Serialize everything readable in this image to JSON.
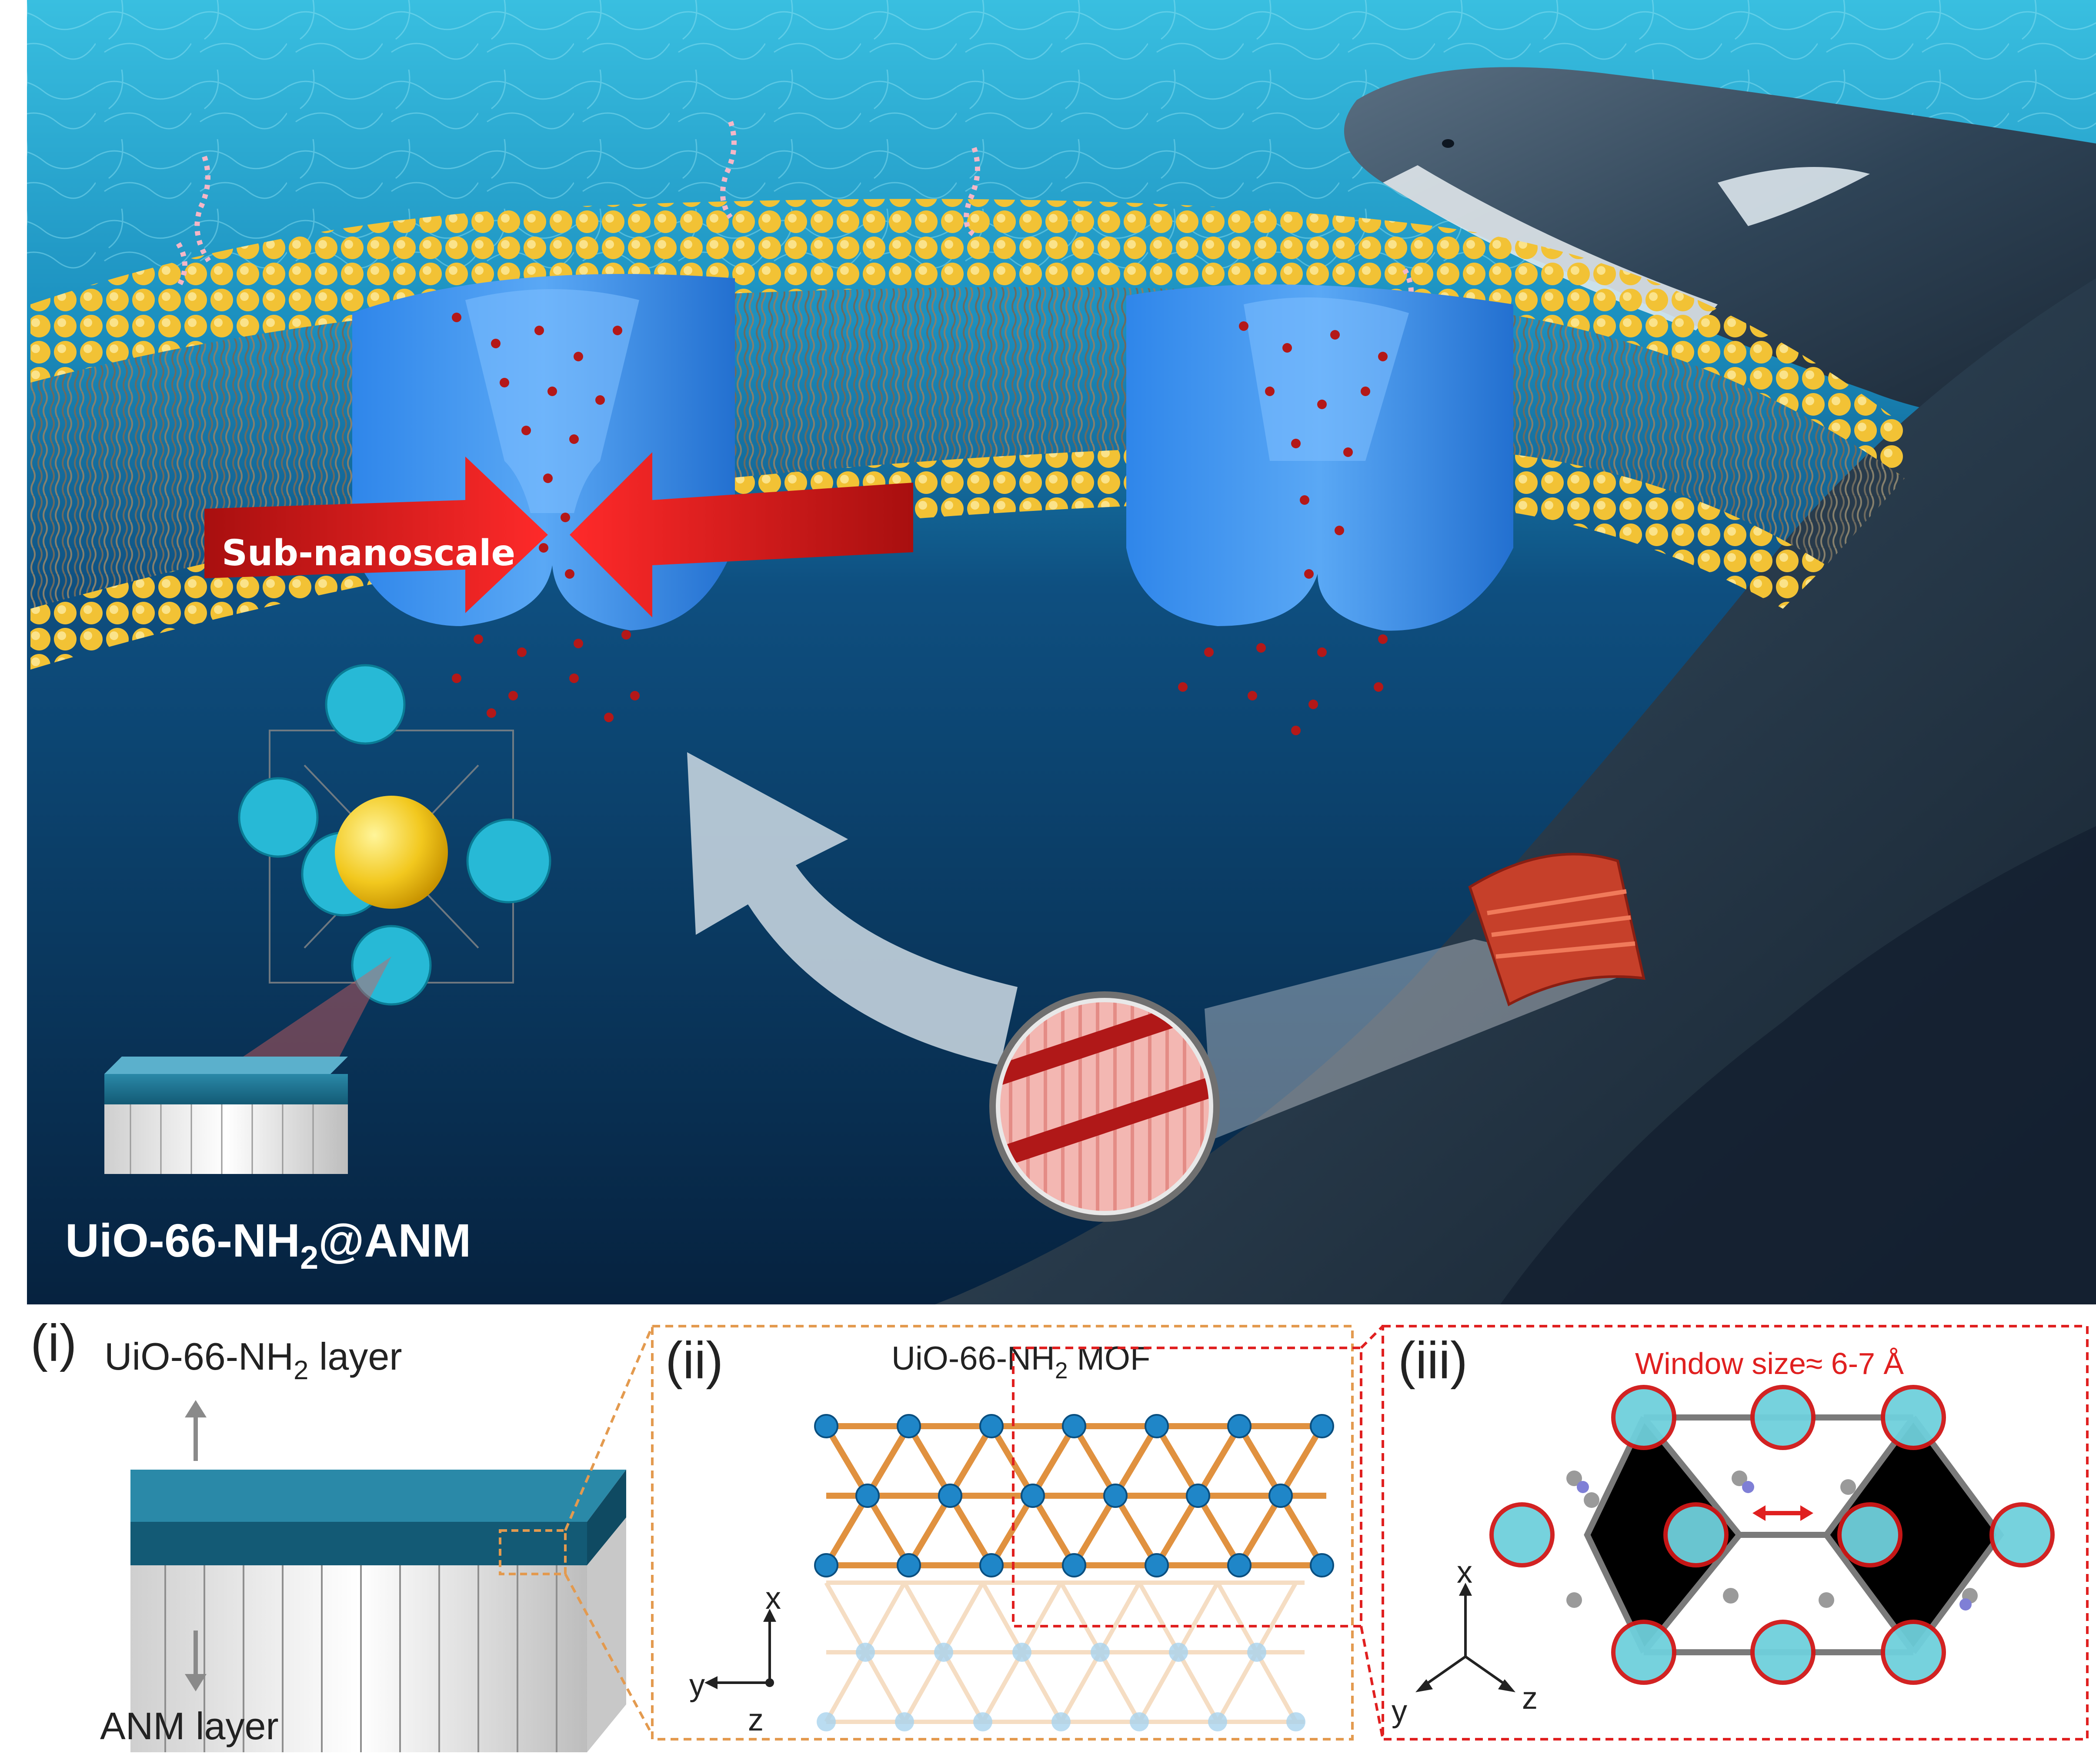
{
  "main_panel": {
    "label_subnanoscale": "Sub-nanoscale",
    "membrane_label": {
      "main": "UiO-66-NH",
      "sub": "2",
      "rest": "@ANM"
    }
  },
  "panel_i": {
    "tag": "(i)",
    "top_label": {
      "main": "UiO-66-NH",
      "sub": "2",
      "rest": " layer"
    },
    "bottom_label": "ANM layer"
  },
  "panel_ii": {
    "tag": "(ii)",
    "title": {
      "main": "UiO-66-NH",
      "sub": "2",
      "rest": " MOF"
    },
    "axes": {
      "x": "x",
      "y": "y",
      "z": "z"
    }
  },
  "panel_iii": {
    "tag": "(iii)",
    "title": "Window size≈ 6-7 Å",
    "axes": {
      "x": "x",
      "y": "y",
      "z": "z"
    }
  },
  "colors": {
    "sea_top": "#1fa3c9",
    "sea_deep": "#0a2f58",
    "channel_blue": "#2a7fe0",
    "lipid_head": "#f2c235",
    "arrow_red": "#d81e1e",
    "mof_cluster": "#27b9d6",
    "frame_orange": "#e39a4f",
    "frame_red": "#e02020",
    "membrane_top": "#1b6f8f"
  }
}
